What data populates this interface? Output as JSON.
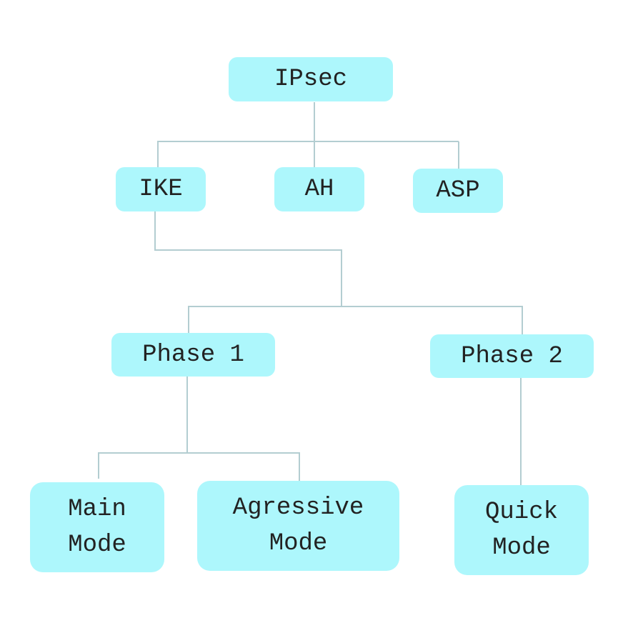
{
  "diagram": {
    "type": "tree",
    "nodes": {
      "root": {
        "label": "IPsec"
      },
      "ike": {
        "label": "IKE"
      },
      "ah": {
        "label": "AH"
      },
      "asp": {
        "label": "ASP"
      },
      "phase1": {
        "label": "Phase 1"
      },
      "phase2": {
        "label": "Phase 2"
      },
      "main_mode": {
        "lines": [
          "Main",
          "Mode"
        ]
      },
      "agressive_mode": {
        "lines": [
          "Agressive",
          "Mode"
        ]
      },
      "quick_mode": {
        "lines": [
          "Quick",
          "Mode"
        ]
      }
    },
    "edges": [
      [
        "IPsec",
        "IKE"
      ],
      [
        "IPsec",
        "AH"
      ],
      [
        "IPsec",
        "ASP"
      ],
      [
        "IKE",
        "Phase 1"
      ],
      [
        "IKE",
        "Phase 2"
      ],
      [
        "Phase 1",
        "Main Mode"
      ],
      [
        "Phase 1",
        "Agressive Mode"
      ],
      [
        "Phase 2",
        "Quick Mode"
      ]
    ],
    "colors": {
      "node_fill": "#adf7fc",
      "connector": "#b3cdd1",
      "text": "#222222"
    }
  }
}
